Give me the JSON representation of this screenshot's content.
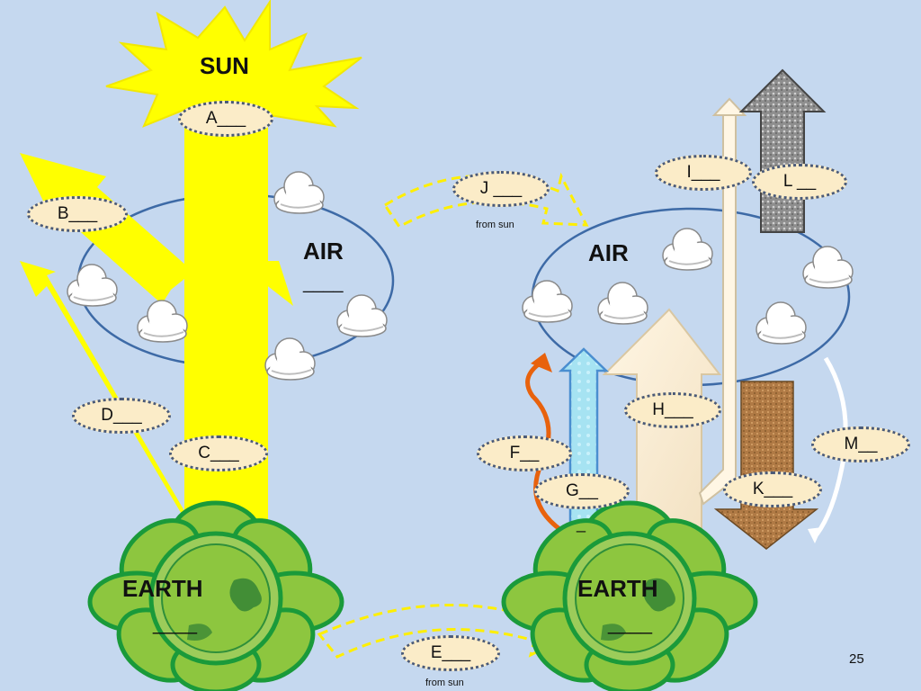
{
  "left": {
    "sun": "SUN",
    "air": "AIR",
    "air_blank": "____",
    "earth": "EARTH",
    "earth_blank": "____",
    "labels": {
      "a": "A___",
      "b": "B___",
      "c": "C___",
      "d": "D___",
      "e": "E___"
    }
  },
  "right": {
    "air": "AIR",
    "earth": "EARTH",
    "earth_blank": "____",
    "g_dash": "_",
    "labels": {
      "f": "F__",
      "g": "G__",
      "h": "H___",
      "i": "I___",
      "j": "J ___",
      "k": "K___",
      "l": "L __",
      "m": "M__"
    }
  },
  "from_sun_top": "from sun",
  "from_sun_bottom": "from sun",
  "page_number": "25",
  "colors": {
    "background": "#c5d8ef",
    "sunlight": "#ffff00",
    "label_fill": "#fbecc8",
    "earth_petals": "#8dc63f",
    "infrared": "#e8620d"
  },
  "icons": [
    "cloud-icon",
    "earth-globe-icon",
    "sun-burst-icon"
  ]
}
